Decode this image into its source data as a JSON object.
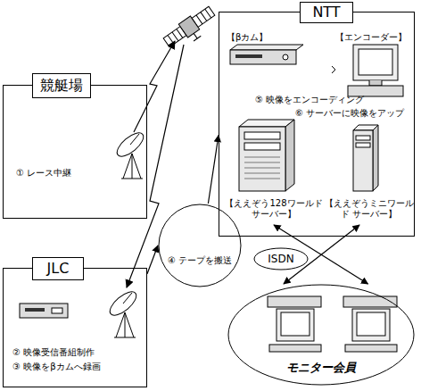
{
  "diagram": {
    "nodes": [
      {
        "text": [
          "競艇場",
          "① レース中継"
        ]
      },
      {
        "text": [
          "JLC",
          "② 映像受信番組制作",
          "③ 映像をβカムへ録画"
        ]
      },
      {
        "text": [
          "④ テープを搬送"
        ]
      },
      {
        "text": [
          "NTT",
          "⑤ 映像をエンコーディング",
          "⑥ サーバーに映像をアップ"
        ]
      },
      {
        "text": [
          "【βカム】"
        ],
        "in": 3
      },
      {
        "text": [
          "【エンコーダー】"
        ],
        "in": 3
      },
      {
        "text": [
          "【ええぞう128ワールド サーバー】"
        ],
        "in": 3
      },
      {
        "text": [
          "【ええぞうミニワールド サーバー】"
        ],
        "in": 3
      },
      {
        "text": [
          "ISDN"
        ]
      },
      {
        "text": [
          "モニター会員"
        ]
      }
    ],
    "edges": [
      {
        "from": 1,
        "to": 2,
        "arrow": "to"
      },
      {
        "from": 2,
        "to": 3,
        "arrow": "to"
      },
      {
        "from": 6,
        "to": 9,
        "arrow": "both"
      },
      {
        "from": 7,
        "to": 9,
        "arrow": "both"
      }
    ]
  }
}
